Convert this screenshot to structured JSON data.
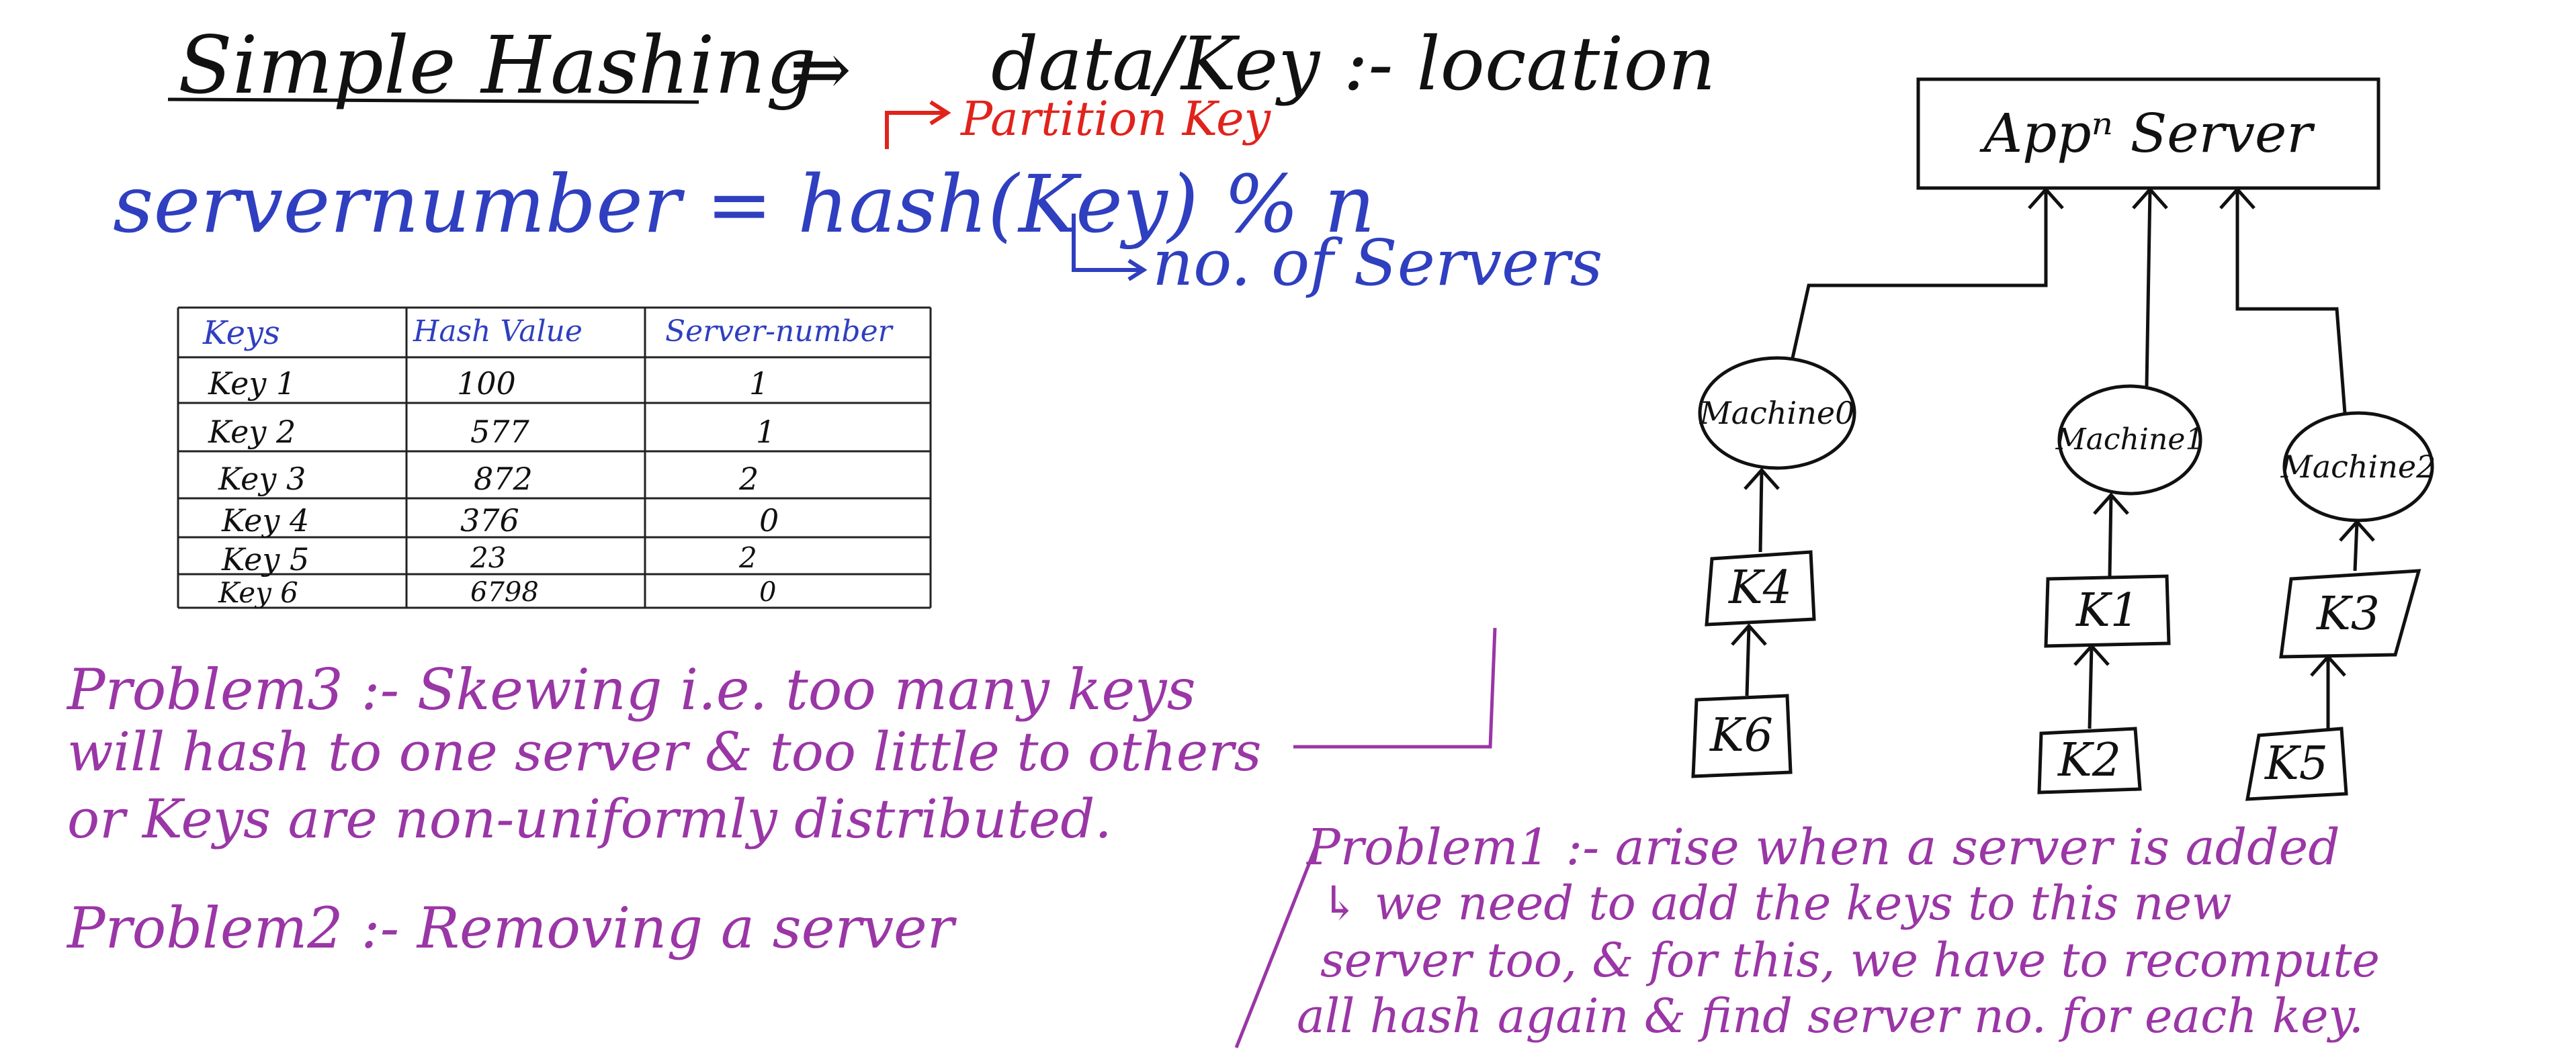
{
  "header": {
    "title": "Simple Hashing",
    "arrow": "⇒",
    "mapping": "data/Key :- location",
    "partition_key_label": "Partition Key"
  },
  "formula": {
    "text": "servernumber = hash(Key) % n",
    "n_note": "no. of Servers"
  },
  "table": {
    "headers": [
      "Keys",
      "Hash Value",
      "Server-number"
    ],
    "rows": [
      [
        "Key 1",
        "100",
        "1"
      ],
      [
        "Key 2",
        "577",
        "1"
      ],
      [
        "Key 3",
        "872",
        "2"
      ],
      [
        "Key 4",
        "376",
        "0"
      ],
      [
        "Key 5",
        "23",
        "2"
      ],
      [
        "Key 6",
        "6798",
        "0"
      ]
    ]
  },
  "problems": {
    "problem3_line1": "Problem3 :- Skewing i.e. too many keys",
    "problem3_line2": "will hash to one server & too little to others",
    "problem3_line3": "or Keys are non-uniformly distributed.",
    "problem2": "Problem2 :- Removing a server",
    "problem1_line1": "Problem1 :- arise when a server is added",
    "problem1_line2": "↳ we need to add the keys to this new",
    "problem1_line3": "server too, & for this, we have to recompute",
    "problem1_line4": "all hash again & find server no. for each key."
  },
  "diagram": {
    "app_server": "Appⁿ Server",
    "machines": [
      "Machine0",
      "Machine1",
      "Machine2"
    ],
    "keys_top": [
      "K4",
      "K1",
      "K3"
    ],
    "keys_bottom": [
      "K6",
      "K2",
      "K5"
    ]
  },
  "colors": {
    "black_ink": "#111111",
    "blue_ink": "#2f3fc0",
    "red_ink": "#e0231c",
    "purple_ink": "#9a36a6"
  }
}
